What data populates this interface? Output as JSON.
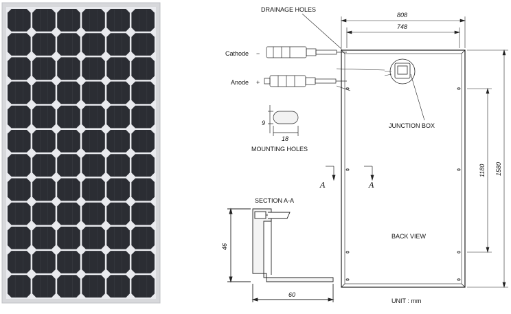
{
  "panel_photo": {
    "cell_rows": 12,
    "cell_cols": 6,
    "cell_color": "#2b2d33",
    "frame_color": "#d9d9dc"
  },
  "drawing": {
    "labels": {
      "drainage_holes": "DRAINAGE HOLES",
      "cathode": "Cathode",
      "cathode_sign": "−",
      "anode": "Anode",
      "anode_sign": "+",
      "mounting_holes": "MOUNTING HOLES",
      "junction_box": "JUNCTION BOX",
      "section": "SECTION A-A",
      "back_view": "BACK VIEW",
      "unit": "UNIT : mm",
      "section_marker": "A"
    },
    "dimensions": {
      "width_outer": "808",
      "width_inner": "748",
      "height_outer": "1580",
      "height_inner": "1180",
      "hole_height": "9",
      "hole_width": "18",
      "frame_height": "46",
      "frame_width": "60"
    }
  }
}
